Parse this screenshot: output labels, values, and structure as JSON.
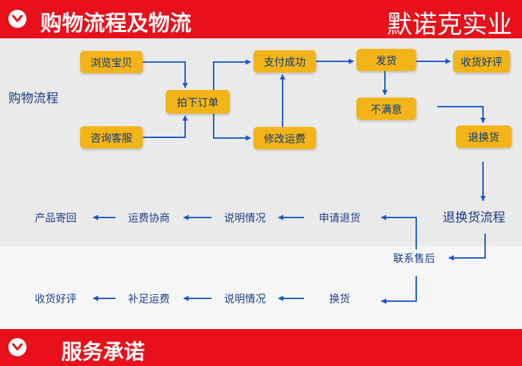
{
  "header": {
    "title": "购物流程及物流",
    "brand": "默诺克实业"
  },
  "footer": {
    "title": "服务承诺"
  },
  "shopping": {
    "section_label": "购物流程",
    "browse": "浏览宝贝",
    "consult": "咨询客服",
    "place_order": "拍下订单",
    "pay_success": "支付成功",
    "modify_shipping": "修改运费",
    "ship": "发货",
    "receive_review": "收货好评",
    "unsatisfied": "不满意",
    "return_exchange": "退换货"
  },
  "returns": {
    "section_label": "退换货流程",
    "contact_aftersales": "联系售后",
    "refund_row": [
      "申请退货",
      "说明情况",
      "运费协商",
      "产品寄回"
    ],
    "exchange_row": [
      "换货",
      "说明情况",
      "补足运费",
      "收货好评"
    ]
  },
  "colors": {
    "banner": "#e8101a",
    "box_fill": "#f2b418",
    "box_text": "#0b3a7a",
    "arrow": "#1a58c8",
    "label_text": "#1f3f8a"
  }
}
